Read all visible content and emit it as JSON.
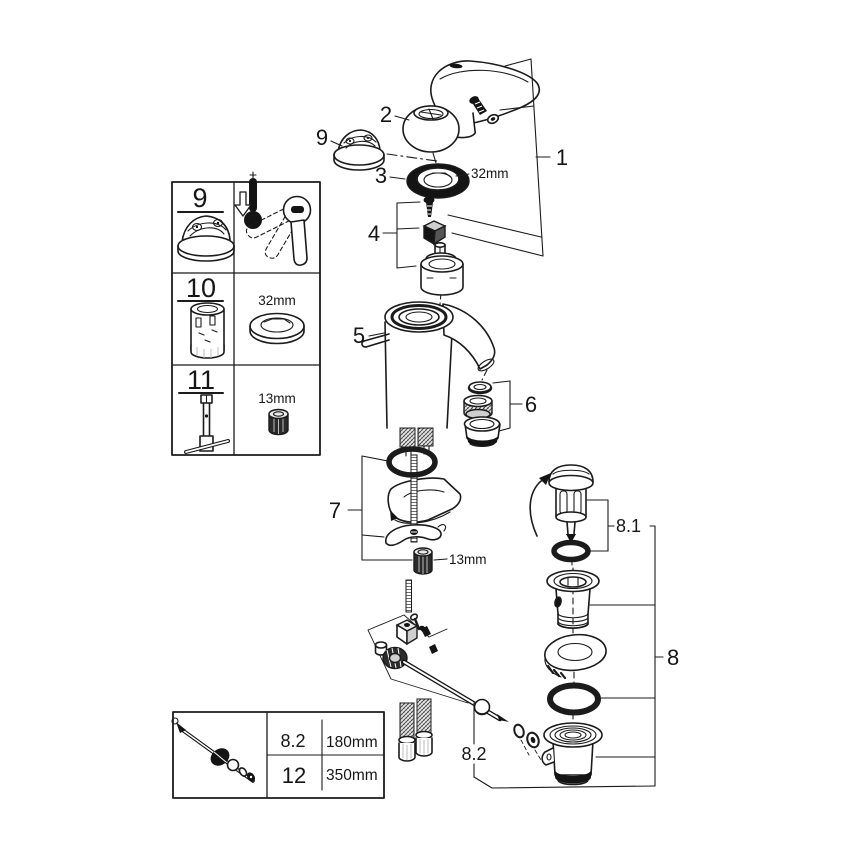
{
  "diagram": {
    "product": "single-lever basin mixer exploded parts diagram",
    "callouts": {
      "n1": "1",
      "n2": "2",
      "n3": "3",
      "n4": "4",
      "n5": "5",
      "n6": "6",
      "n7": "7",
      "n8": "8",
      "n8_1": "8.1",
      "n8_2": "8.2",
      "n9": "9"
    },
    "dims": {
      "escutcheon_ring": "32mm",
      "mounting_nut": "13mm"
    },
    "tools_box": {
      "row9_label": "9",
      "row10_label": "10",
      "row10_size": "32mm",
      "row11_label": "11",
      "row11_size": "13mm"
    },
    "length_table": {
      "rows": [
        {
          "ref": "8.2",
          "length": "180mm"
        },
        {
          "ref": "12",
          "length": "350mm"
        }
      ]
    },
    "colors": {
      "ink": "#1b1b1b",
      "paper": "#ffffff"
    }
  }
}
